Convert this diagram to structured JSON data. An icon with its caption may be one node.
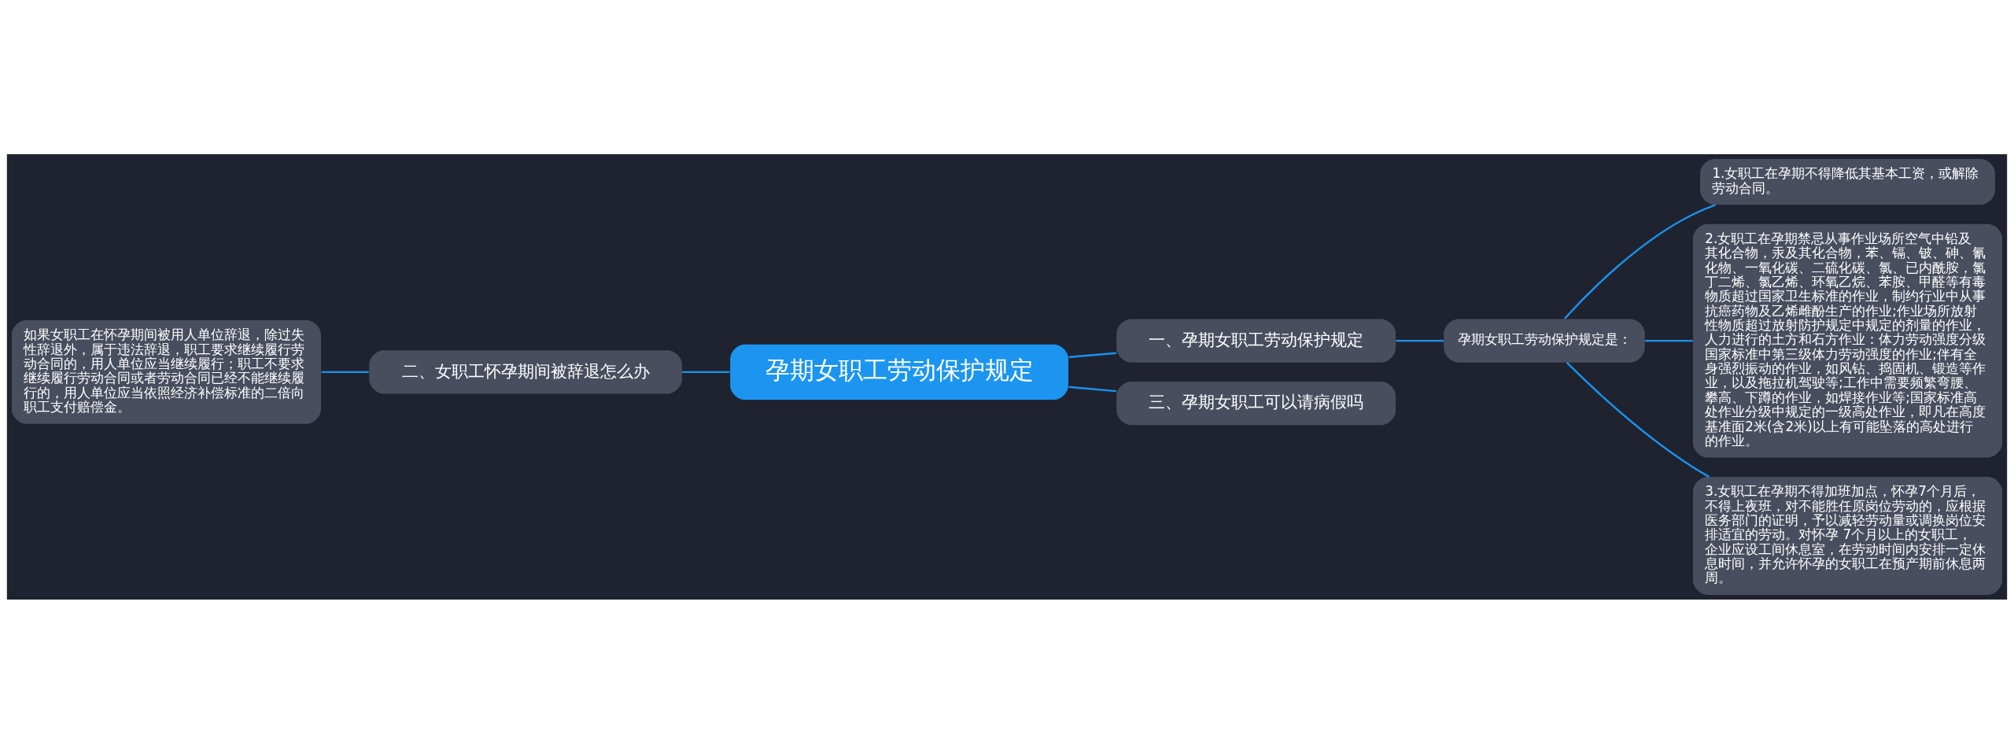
{
  "diagram": {
    "nodes": [
      {
        "text": [
          "孕期女职工劳动保护规定"
        ]
      },
      {
        "text": [
          "一、孕期女职工劳动保护规定"
        ]
      },
      {
        "text": [
          "孕期女职工劳动保护规定是："
        ]
      },
      {
        "text": [
          "1.女职工在孕期不得降低其基本工资，或解除劳动合同。"
        ]
      },
      {
        "text": [
          "2.女职工在孕期禁忌从事作业场所空气中铅及其化合物，汞及其化合物，苯、镉、铍、砷、氰化物、一氧化碳、二硫化碳、氯、已内酰胺，氯丁二烯、氯乙烯、环氧乙烷、苯胺、甲醛等有毒物质超过国家卫生标准的作业，制约行业中从事抗癌药物及乙烯雌酚生产的作业;作业场所放射性物质超过放射防护规定中规定的剂量的作业，人力进行的土方和石方作业：体力劳动强度分级国家标准中第三级体力劳动强度的作业;伴有全身强烈振动的作业，如风钻、捣固机、锻造等作业，以及拖拉机驾驶等;工作中需要频繁弯腰、攀高、下蹲的作业，如焊接作业等;国家标准高处作业分级中规定的一级高处作业，即凡在高度基准面2米(含2米)以上有可能坠落的高处进行的作业。"
        ]
      },
      {
        "text": [
          "3.女职工在孕期不得加班加点，怀孕7个月后，不得上夜班，对不能胜任原岗位劳动的，应根据医务部门的证明，予以减轻劳动量或调换岗位安排适宜的劳动。对怀孕 7个月以上的女职工，企业应设工间休息室，在劳动时间内安排一定休息时间，并允许怀孕的女职工在预产期前休息两周。"
        ]
      },
      {
        "text": [
          "二、女职工怀孕期间被辞退怎么办"
        ]
      },
      {
        "text": [
          "如果女职工在怀孕期间被用人单位辞退，除过失性辞退外，属于违法辞退，职工要求继续履行劳动合同的，用人单位应当继续履行；职工不要求继续履行劳动合同或者劳动合同已经不能继续履行的，用人单位应当依照经济补偿标准的二倍向职工支付赔偿金。"
        ]
      },
      {
        "text": [
          "三、孕期女职工可以请病假吗"
        ]
      }
    ],
    "edges": [
      {
        "from": 0,
        "to": 1,
        "arrow": "none"
      },
      {
        "from": 1,
        "to": 2,
        "arrow": "none"
      },
      {
        "from": 2,
        "to": 3,
        "arrow": "none"
      },
      {
        "from": 2,
        "to": 4,
        "arrow": "none"
      },
      {
        "from": 2,
        "to": 5,
        "arrow": "none"
      },
      {
        "from": 0,
        "to": 6,
        "arrow": "none"
      },
      {
        "from": 6,
        "to": 7,
        "arrow": "none"
      },
      {
        "from": 0,
        "to": 8,
        "arrow": "none"
      }
    ]
  }
}
